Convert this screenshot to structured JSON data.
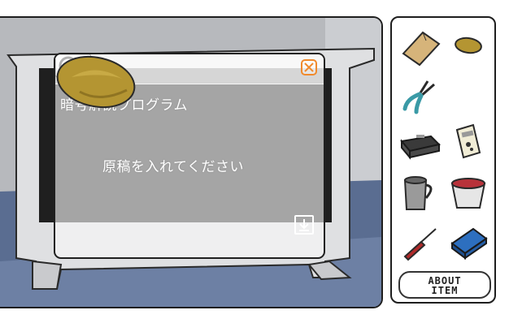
{
  "dialog": {
    "title": "暗号解読プログラム",
    "prompt": "原稿を入れてください"
  },
  "inventory": {
    "about_line1": "ABOUT",
    "about_line2": "ITEM",
    "items": [
      {
        "name": "envelope-icon"
      },
      {
        "name": "potato-icon"
      },
      {
        "name": "pliers-icon"
      },
      {
        "name": "empty-slot"
      },
      {
        "name": "briefcase-icon"
      },
      {
        "name": "remote-control-icon"
      },
      {
        "name": "mug-icon"
      },
      {
        "name": "bowl-icon"
      },
      {
        "name": "screwdriver-icon"
      },
      {
        "name": "usb-stick-icon"
      }
    ]
  },
  "colors": {
    "dialog_close": "#f08a2c",
    "potato": "#b49532",
    "floor": "#5a6d91",
    "wall": "#b7b9bd"
  }
}
